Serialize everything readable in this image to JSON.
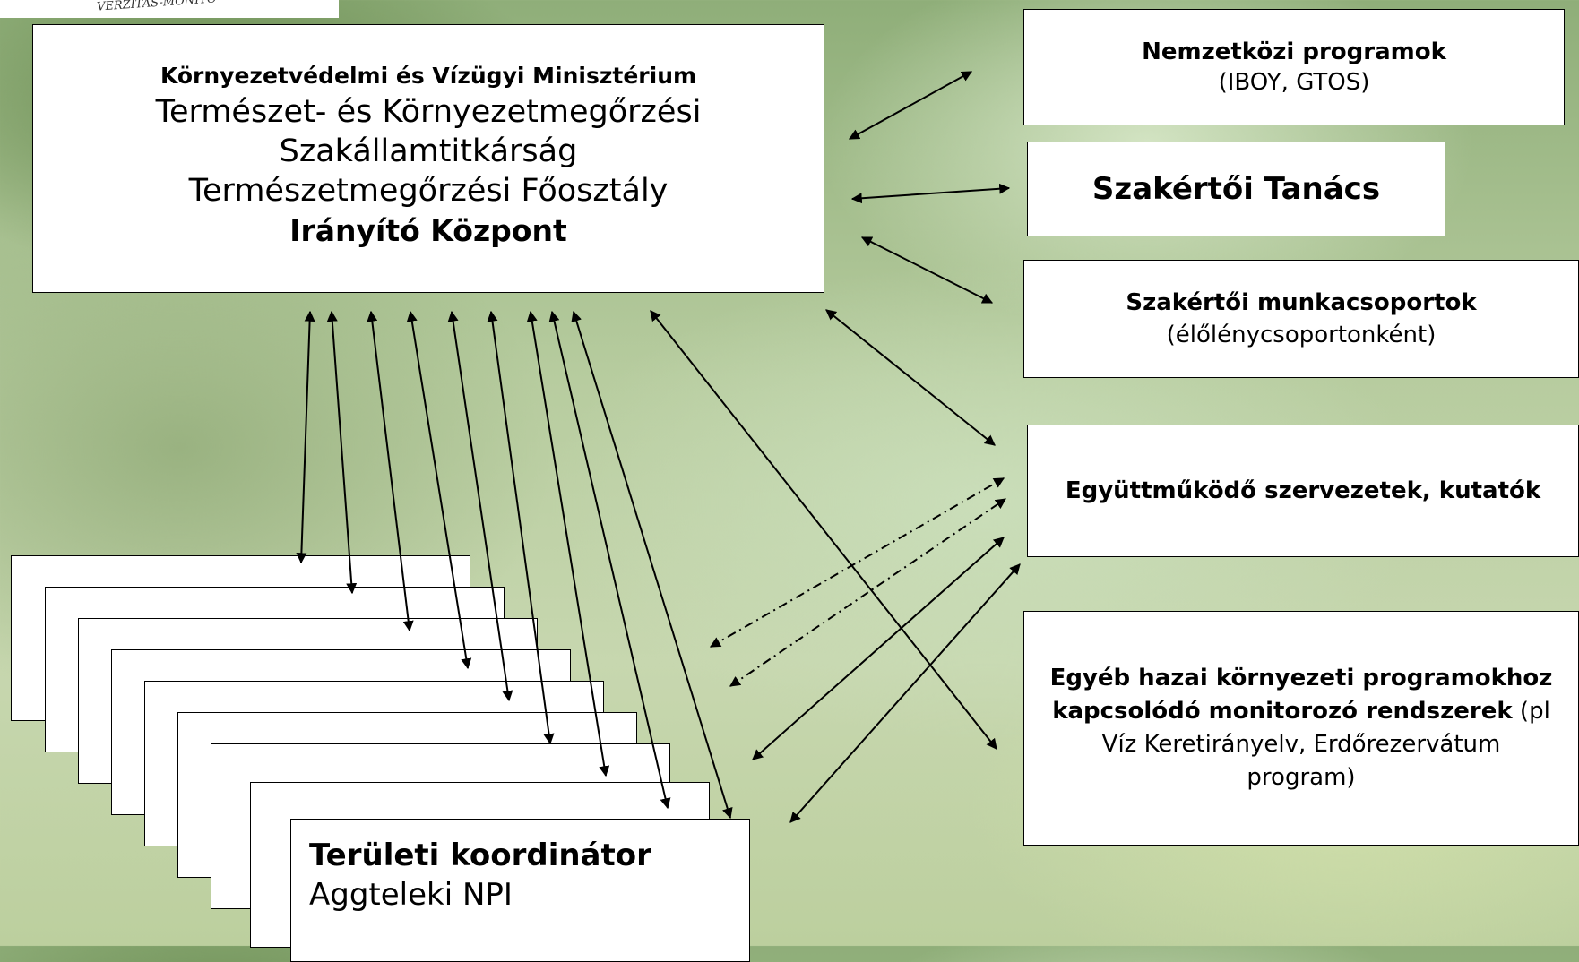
{
  "logo": {
    "text": "VERZITÁS-MONITO"
  },
  "center_box": {
    "line1": "Környezetvédelmi és Vízügyi Minisztérium",
    "line2": "Természet- és Környezetmegőrzési",
    "line3": "Szakállamtitkárság",
    "line4": "Természetmegőrzési Főosztály",
    "line5": "Irányító Központ"
  },
  "nodes": {
    "international": {
      "title": "Nemzetközi programok",
      "subtitle": "(IBOY, GTOS)"
    },
    "expert_council": {
      "title": "Szakértői Tanács"
    },
    "expert_groups": {
      "title": "Szakértői munkacsoportok",
      "subtitle": "(élőlénycsoportonként)"
    },
    "partners": {
      "title": "Együttműködő szervezetek, kutatók"
    },
    "other_programs": {
      "title": "Egyéb hazai környezeti programokhoz kapcsolódó monitorozó rendszerek",
      "tail": " (pl",
      "line2": "Víz Keretirányelv, Erdőrezervátum",
      "line3": "program)"
    }
  },
  "regional": {
    "title": "Területi koordinátor",
    "subtitle": "Aggteleki NPI"
  }
}
